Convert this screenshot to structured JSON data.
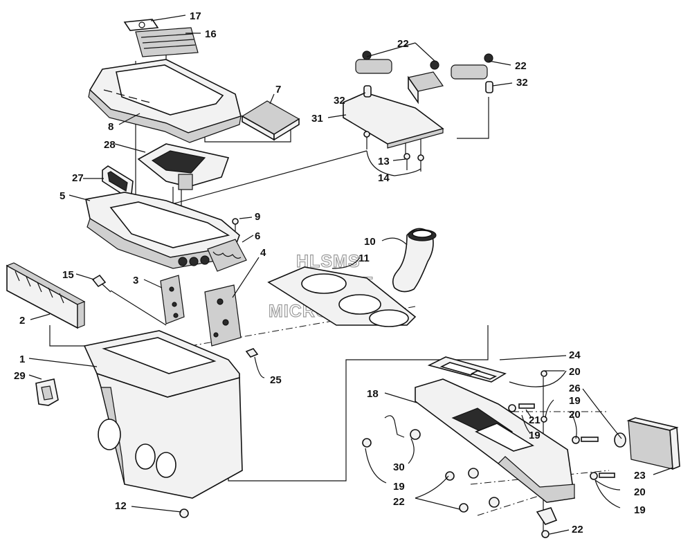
{
  "diagram": {
    "watermark": [
      "HLSMS",
      "ONLINE",
      "MICROFICHE"
    ],
    "callouts": {
      "c1": "1",
      "c2": "2",
      "c3": "3",
      "c4": "4",
      "c5": "5",
      "c6": "6",
      "c7": "7",
      "c8": "8",
      "c9": "9",
      "c10": "10",
      "c11": "11",
      "c12": "12",
      "c13": "13",
      "c14": "14",
      "c15": "15",
      "c16": "16",
      "c17": "17",
      "c18": "18",
      "c19a": "19",
      "c19b": "19",
      "c19c": "19",
      "c19d": "19",
      "c20a": "20",
      "c20b": "20",
      "c20c": "20",
      "c21": "21",
      "c22a": "22",
      "c22b": "22",
      "c22c": "22",
      "c22d": "22",
      "c23": "23",
      "c24": "24",
      "c25": "25",
      "c26": "26",
      "c27": "27",
      "c28": "28",
      "c29": "29",
      "c30": "30",
      "c31": "31",
      "c32a": "32",
      "c32b": "32"
    }
  }
}
